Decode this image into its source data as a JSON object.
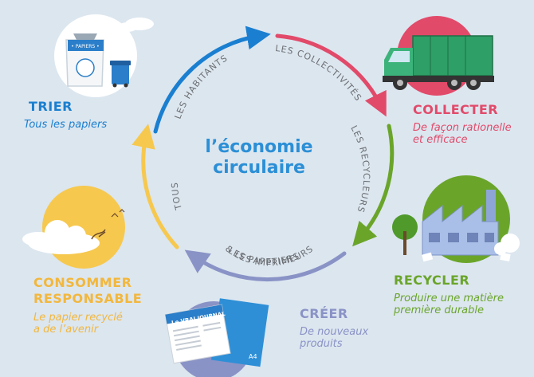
{
  "center": {
    "line1": "l’économie",
    "line2": "circulaire"
  },
  "steps": {
    "trier": {
      "title": "TRIER",
      "subtitle": "Tous les papiers",
      "color": "#1a7fd0"
    },
    "collecter": {
      "title": "COLLECTER",
      "subtitle_line1": "De façon rationelle",
      "subtitle_line2": "et efficace",
      "color": "#e24a6a"
    },
    "recycler": {
      "title": "RECYCLER",
      "subtitle_line1": "Produire une matière",
      "subtitle_line2": "première durable",
      "color": "#6aa52a"
    },
    "creer": {
      "title": "CRÉER",
      "subtitle_line1": "De nouveaux",
      "subtitle_line2": "produits",
      "color": "#8a93c6"
    },
    "consommer": {
      "title_line1": "CONSOMMER",
      "title_line2": "RESPONSABLE",
      "subtitle_line1": "Le papier recyclé",
      "subtitle_line2": "a de l’avenir",
      "color": "#f2b73c"
    }
  },
  "arc_labels": {
    "habitants": "LES HABITANTS",
    "collectivites": "LES COLLECTIVITÉS",
    "recycleurs": "LES RECYCLEURS",
    "papetiers_line1": "LES PAPETIERS",
    "papetiers_line2": "& LES IMPRIMEURS",
    "tous": "TOUS"
  },
  "illustrations": {
    "bin_label": "• PAPIERS •",
    "newspaper_title": "Le VRAI JOURNAL",
    "paper_size": "A4"
  },
  "colors": {
    "background": "#dce6ef",
    "blue": "#1a7fd0",
    "red": "#e24a6a",
    "green": "#6aa52a",
    "purple": "#8a93c6",
    "yellow": "#f6c84e"
  }
}
